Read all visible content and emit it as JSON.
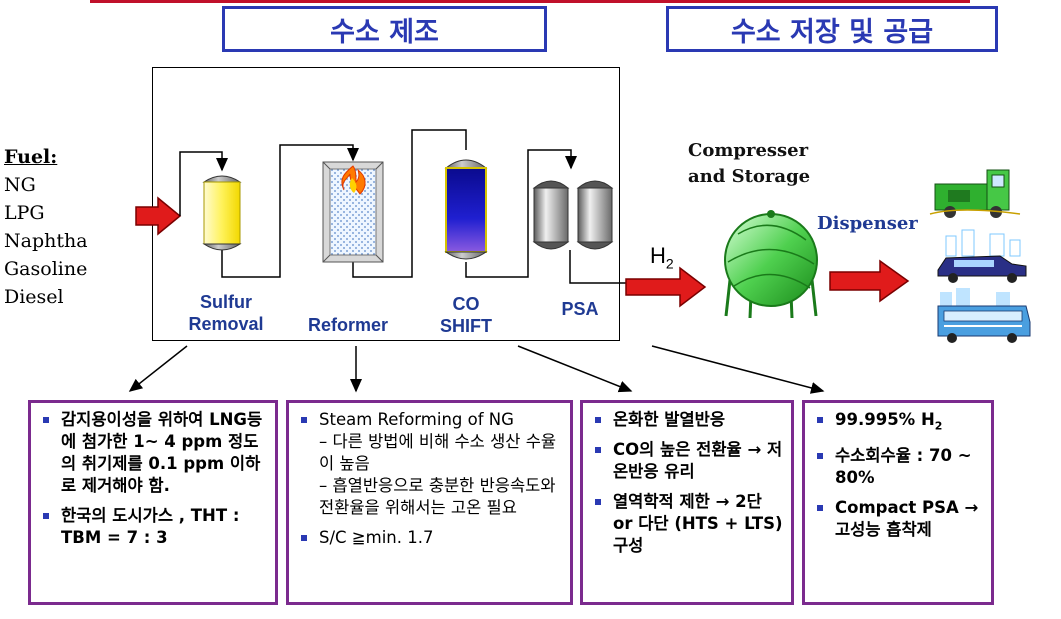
{
  "headers": {
    "production": "수소 제조",
    "storage": "수소 저장 및 공급"
  },
  "fuel": {
    "title": "Fuel:",
    "items": [
      "NG",
      "LPG",
      "Naphtha",
      "Gasoline",
      "Diesel"
    ]
  },
  "units": {
    "sulfur_line1": "Sulfur",
    "sulfur_line2": "Removal",
    "reformer": "Reformer",
    "co_line1": "CO",
    "co_line2": "SHIFT",
    "psa": "PSA"
  },
  "labels": {
    "h2": "H",
    "h2_sub": "2",
    "compresser_line1": "Compresser",
    "compresser_line2": "and Storage",
    "dispenser": "Dispenser"
  },
  "notes": {
    "sulfur": [
      "감지용이성을 위하여 LNG등에 첨가한 1~ 4 ppm 정도의 취기제를 0.1 ppm 이하로 제거해야 함.",
      "한국의 도시가스 , THT : TBM = 7 : 3"
    ],
    "reformer": {
      "item1_line1": "Steam Reforming of NG",
      "item1_line2": "– 다른 방법에 비해 수소 생산 수율이 높음",
      "item1_line3": "– 흡열반응으로 충분한 반응속도와 전환율을 위해서는 고온 필요",
      "item2": "S/C ≧min. 1.7"
    },
    "shift": [
      "온화한 발열반응",
      "CO의 높은 전환율 → 저온반응 유리",
      "열역학적 제한 → 2단 or  다단 (HTS + LTS) 구성"
    ],
    "psa": {
      "item1": "99.995% H",
      "item1_sub": "2",
      "item2": "수소회수율 : 70 ~ 80%",
      "item3": "Compact PSA → 고성능 흡착제"
    }
  },
  "colors": {
    "header_blue": "#2a39b3",
    "arrow_red": "#e01b1b",
    "note_border_purple": "#7b2a8e",
    "unit_label_blue": "#1f3a93"
  }
}
